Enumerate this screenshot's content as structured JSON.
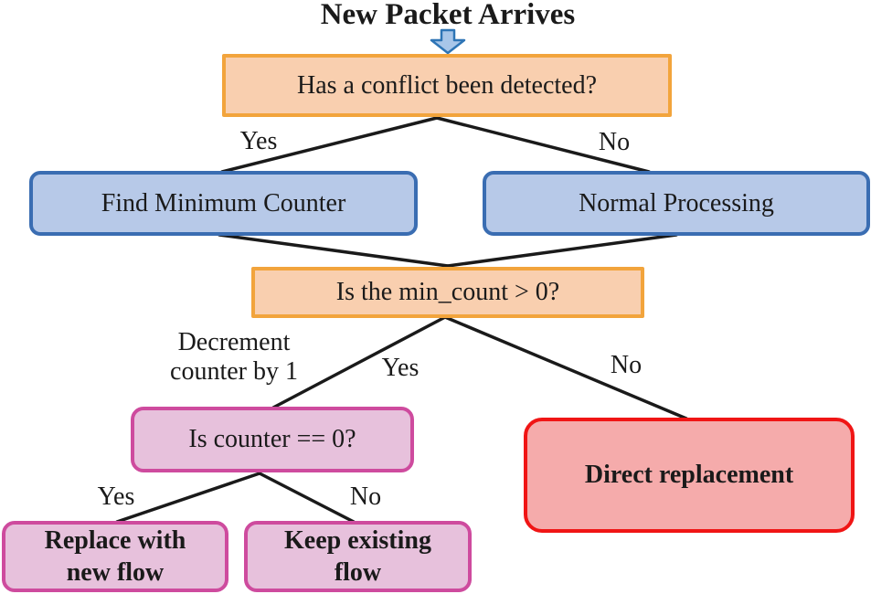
{
  "title": "New Packet Arrives",
  "colors": {
    "decision_fill": "#F9CFAF",
    "decision_border": "#F2A43C",
    "process_fill": "#B7C9E8",
    "process_border": "#3A6DB2",
    "pink_fill": "#E7C1DC",
    "pink_border": "#CE4B9E",
    "red_fill": "#F5ABAB",
    "red_border": "#F01515",
    "arrow_fill": "#A8C6E9",
    "arrow_border": "#2E75B6",
    "line": "#1A1A1A"
  },
  "nodes": {
    "conflict_check": "Has a conflict been detected?",
    "find_min": "Find Minimum Counter",
    "normal": "Normal Processing",
    "min_count_check": "Is the min_count > 0?",
    "counter_check": "Is counter == 0?",
    "direct_replacement": "Direct replacement",
    "replace_new": "Replace with\nnew flow",
    "keep_existing": "Keep existing\nflow"
  },
  "edge_labels": {
    "yes1": "Yes",
    "no1": "No",
    "decrement": "Decrement\ncounter by 1",
    "yes2": "Yes",
    "no2": "No",
    "yes3": "Yes",
    "no3": "No"
  }
}
